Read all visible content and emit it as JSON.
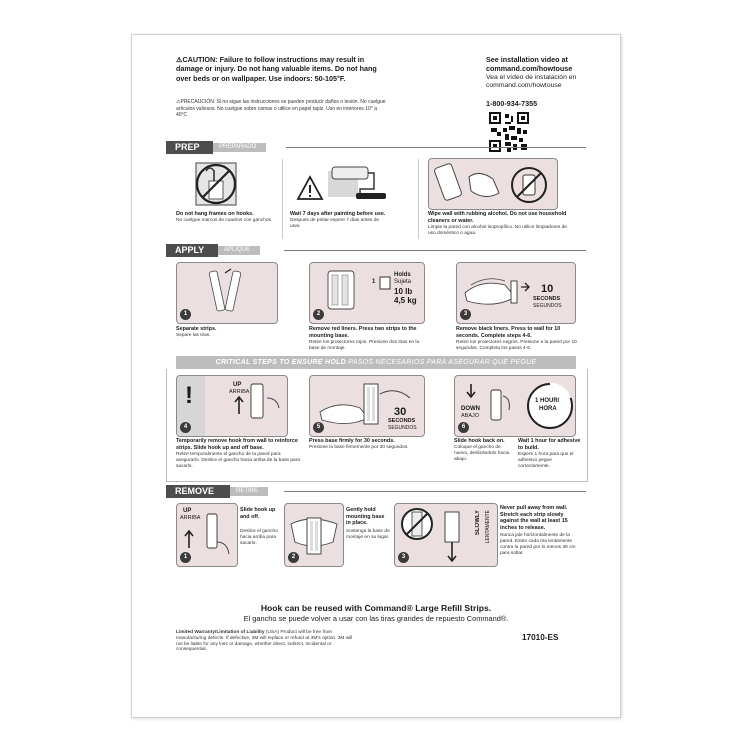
{
  "caution": {
    "en": "⚠CAUTION: Failure to follow instructions may result in damage or injury. Do not hang valuable items. Do not hang over beds or on wallpaper. Use indoors: 50-105°F.",
    "es": "⚠PRECAUCIÓN: Si no sigue las instrucciones se pueden producir daños o lesión. No cuelgue artículos valiosos. No cuelgue sobre camas o utilice en papel tapiz. Uso en interiores 10° a 40°C"
  },
  "video": {
    "en": "See installation video at command.com/howtouse",
    "es": "Vea el vídeo de instalación en command.com/howtouse",
    "phone": "1-800-934-7355"
  },
  "sections": {
    "prep": {
      "main": "PREP",
      "sub": "PREPARADO"
    },
    "apply": {
      "main": "APPLY",
      "sub": "APLIQUE"
    },
    "remove": {
      "main": "REMOVE",
      "sub": "RETIRE"
    }
  },
  "prep": [
    {
      "en": "Do not hang frames on hooks.",
      "es": "No cuelgue marcos de cuadros con ganchos."
    },
    {
      "en": "Wait 7 days after painting before use.",
      "es": "Después de pintar espere 7 días antes de usar."
    },
    {
      "en": "Wipe wall with rubbing alcohol. Do not use household cleaners or water.",
      "es": "Limpie la pared con alcohol isopropílico. No utilice limpiadores de uso doméstico o agua."
    }
  ],
  "apply": [
    {
      "num": "1",
      "en": "Separate strips.",
      "es": "Separe las tiras."
    },
    {
      "num": "2",
      "en": "Remove red liners. Press two strips to the mounting base.",
      "es": "Retire los protectores rojos. Presione dos tiras en la base de montaje."
    },
    {
      "num": "3",
      "en": "Remove black liners. Press to wall for 10 seconds. Complete steps 4-6.",
      "es": "Retire los protectores negros. Presione a la pared por 10 segundos. Completa los pasos 4-6."
    }
  ],
  "holds": {
    "label_en": "Holds",
    "label_es": "Sujeta",
    "lb": "10 lb",
    "kg": "4,5 kg",
    "qty": "1"
  },
  "ten_seconds": {
    "value": "10",
    "en": "SECONDS",
    "es": "SEGUNDOS"
  },
  "critical": {
    "en": "CRITICAL STEPS  TO ENSURE HOLD",
    "es": "PASOS NECESARIOS PARA ASEGURAR QUE PEGUE"
  },
  "critical_steps": [
    {
      "num": "4",
      "en": "Temporarily remove hook from wall to reinforce strips. Slide hook up and off base.",
      "es": "Retire temporalmente el gancho de la pared para asegurarlo. Deslice el gancho hacia arriba de la base para sacarlo."
    },
    {
      "num": "5",
      "en": "Press base firmly for 30 seconds.",
      "es": "Presione la base firmemente por 30 segundos."
    },
    {
      "num": "6",
      "en": "Slide hook back on.",
      "es": "Coloque el gancho de nuevo, deslizándolo hacia abajo."
    }
  ],
  "wait_hour": {
    "en": "Wait 1 hour for adhesive to build.",
    "es": "Espere 1 hora para que el adhesivo pegue correctamente.",
    "badge_en": "1 HOUR/",
    "badge_es": "HORA"
  },
  "up": {
    "en": "UP",
    "es": "ARRIBA"
  },
  "down": {
    "en": "DOWN",
    "es": "ABAJO"
  },
  "thirty_seconds": {
    "value": "30",
    "en": "SECONDS",
    "es": "SEGUNDOS"
  },
  "exclaim": "!",
  "remove": [
    {
      "num": "1",
      "en": "Slide hook up and off.",
      "es": "Deslice el gancho hacia arriba para sacarlo."
    },
    {
      "num": "2",
      "en": "Gently hold mounting base in place.",
      "es": "Sostenga la base de montaje en su lugar."
    },
    {
      "num": "3",
      "en": "Never pull away from wall. Stretch each strip slowly against the wall at least 15 inches to release.",
      "es": "Nunca jale horizontalmente de la pared. Estire cada tira lentamente contra la pared por lo menos 38 cm para soltar."
    }
  ],
  "slowly": {
    "en": "SLOWLY",
    "es": "LENTAMENTE"
  },
  "reuse": {
    "en": "Hook can be reused with Command® Large Refill Strips.",
    "es": "El gancho se puede volver a usar con las tiras grandes de repuesto Command®."
  },
  "warranty": {
    "title": "Limited Warranty/Limitation of Liability",
    "body": "(USA) Product will be free from manufacturing defects. If defective, 3M will replace or refund at 3M's option. 3M will not be liable for any loss or damage, whether direct, indirect, incidental or consequential."
  },
  "product_code": "17010-ES",
  "colors": {
    "bar": "#4d4d4d",
    "panel": "#ecdfe0",
    "sub_bar": "#bdbdbd"
  }
}
